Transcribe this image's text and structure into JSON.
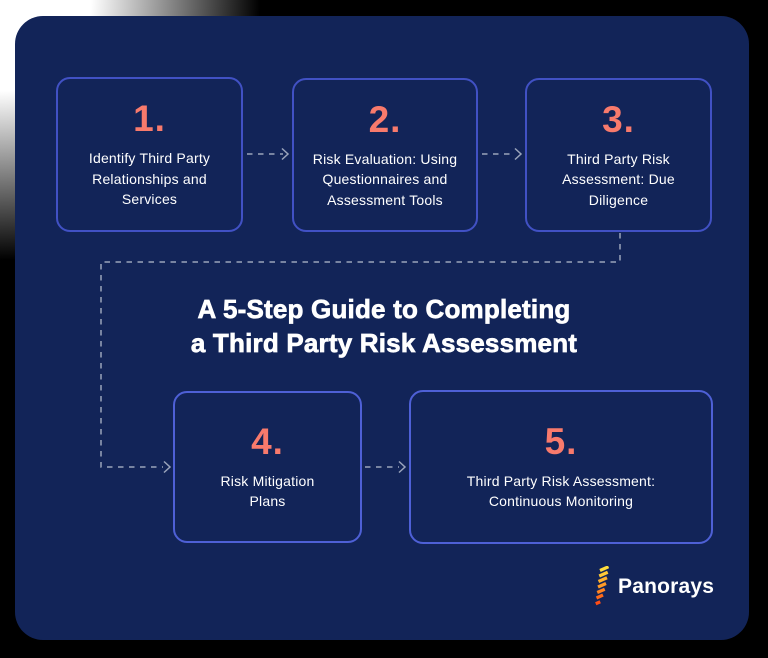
{
  "page": {
    "title_line1": "A 5-Step Guide to Completing",
    "title_line2": "a Third Party Risk Assessment"
  },
  "steps": [
    {
      "number": "1.",
      "lines": [
        "Identify Third Party",
        "Relationships and",
        "Services"
      ]
    },
    {
      "number": "2.",
      "lines": [
        "Risk Evaluation: Using",
        "Questionnaires and",
        "Assessment Tools"
      ]
    },
    {
      "number": "3.",
      "lines": [
        "Third Party Risk",
        "Assessment: Due",
        "Diligence"
      ]
    },
    {
      "number": "4.",
      "lines": [
        "Risk Mitigation",
        "Plans"
      ]
    },
    {
      "number": "5.",
      "lines": [
        "Third Party Risk Assessment:",
        "Continuous Monitoring"
      ]
    }
  ],
  "logo": {
    "text": "Panorays",
    "icon": "panorays-stripes-icon",
    "stripe_colors": [
      "#FFDC3C",
      "#FFC937",
      "#FFB12E",
      "#FF9B27",
      "#FF8420",
      "#FF6A1A",
      "#FF4D15"
    ]
  },
  "colors": {
    "panel_bg": "#122458",
    "box_border_top": "#4151C4",
    "box_border_bottom": "#4E60D6",
    "accent_coral": "#F87A6C",
    "text_white": "#FFFFFF",
    "connector_color": "#AAB2C6"
  }
}
